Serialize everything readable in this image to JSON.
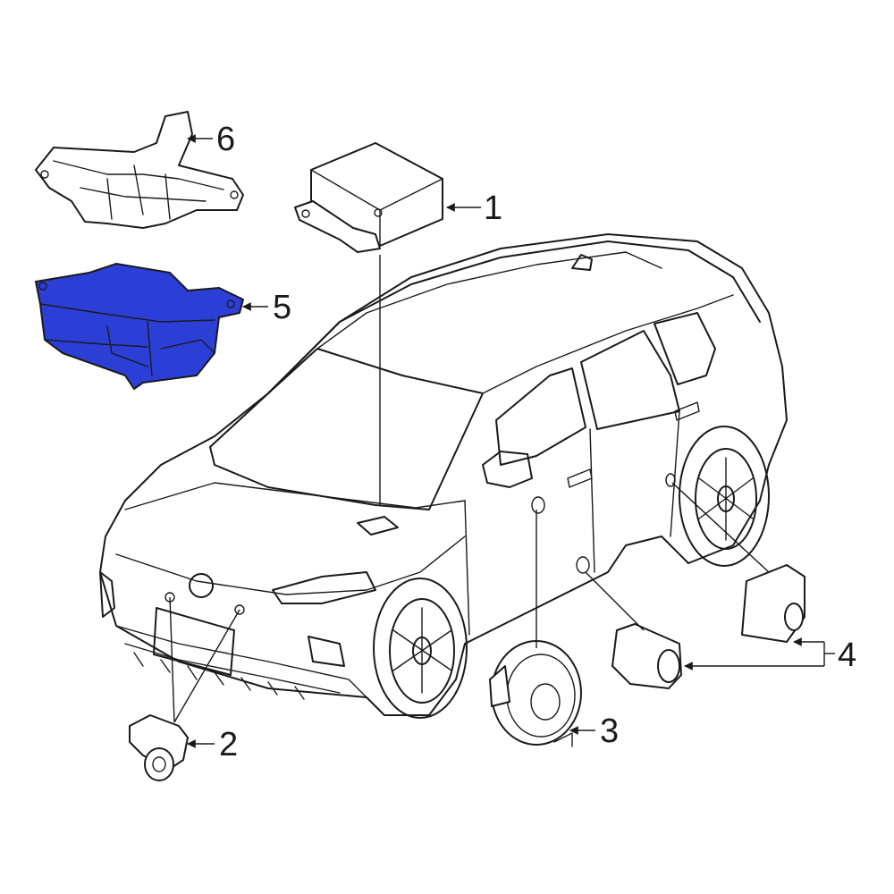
{
  "diagram": {
    "colors": {
      "line": "#1a1a1a",
      "background": "#ffffff",
      "highlight": "#2b3fd6"
    },
    "highlighted_part": "5",
    "callouts": [
      {
        "id": "1",
        "label": "1"
      },
      {
        "id": "2",
        "label": "2"
      },
      {
        "id": "3",
        "label": "3"
      },
      {
        "id": "4",
        "label": "4"
      },
      {
        "id": "5",
        "label": "5"
      },
      {
        "id": "6",
        "label": "6"
      }
    ]
  }
}
